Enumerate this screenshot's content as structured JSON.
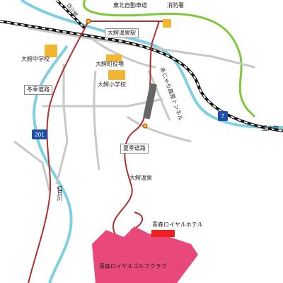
{
  "labels": {
    "tohoku_expressway": "東北自動車道",
    "fire_station": "消防署",
    "tokiwa_pass": "岱三郷",
    "owani_onsen_station": "大鰐温泉駅",
    "owani_junior_high": "大鰐中学校",
    "owani_town_office": "大鰐町役場",
    "owani_elementary": "大鰐小学校",
    "winter_road": "冬季道路",
    "summer_road": "夏季道路",
    "ajara_tunnel": "あじゃら高原トンネル",
    "owani_onsen": "大鰐温泉",
    "hirakawa_river": "虹貝川",
    "to_owani": "至大館",
    "aomori_royal_hotel": "青森ロイヤルホテル",
    "aomori_royal_golf": "青森ロイヤルゴルフクラブ"
  },
  "route_shields": {
    "r201": "201",
    "r7": "7"
  },
  "colors": {
    "river": "#7fd0e0",
    "road_main": "#b03030",
    "road_minor": "#c8c8c8",
    "expressway": "#7ec83a",
    "railway": "#111111",
    "building": "#f3b632",
    "golf": "#e9487a",
    "hotel": "#f02020",
    "shield": "#1f4ea8"
  }
}
